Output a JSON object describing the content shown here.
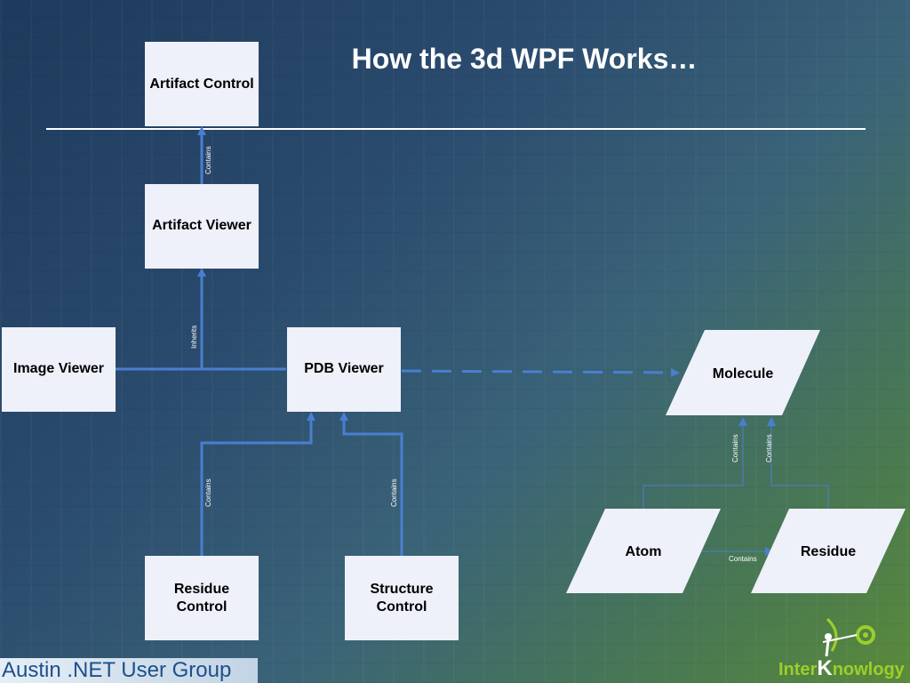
{
  "title": "How the 3d WPF Works…",
  "boxes": {
    "artifact_control": "Artifact Control",
    "artifact_viewer": "Artifact Viewer",
    "image_viewer": "Image Viewer",
    "pdb_viewer": "PDB Viewer",
    "molecule": "Molecule",
    "residue_control": "Residue Control",
    "structure_control": "Structure Control",
    "atom": "Atom",
    "residue": "Residue"
  },
  "connectors": {
    "contains": "Contains",
    "inherits": "Inherits"
  },
  "footer": {
    "group": "Austin .NET User Group",
    "logo_prefix": "Inter",
    "logo_k": "K",
    "logo_suffix": "nowlogy"
  },
  "colors": {
    "connector": "#4a7fd0",
    "box_fill": "#eef0fa",
    "logo_green": "#9ccf2a"
  }
}
